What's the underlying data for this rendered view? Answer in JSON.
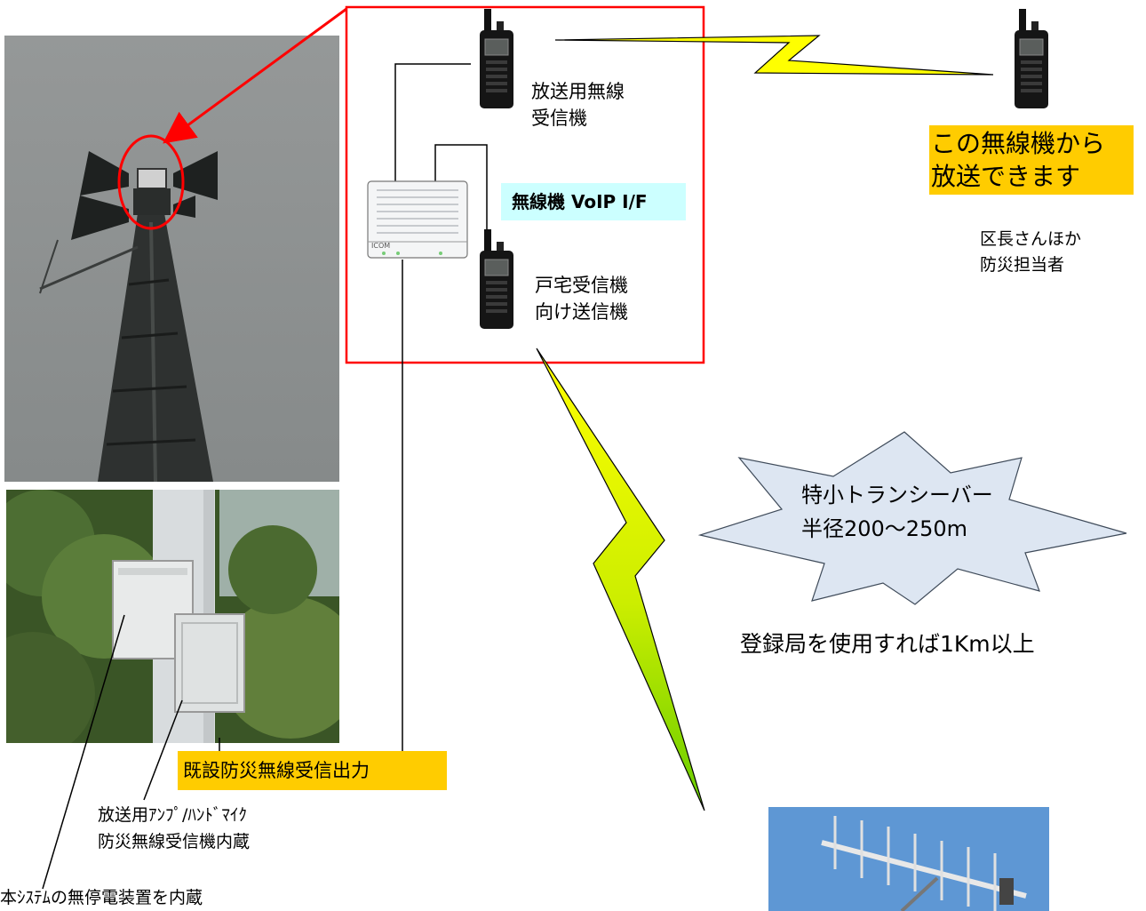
{
  "labels": {
    "broadcast_receiver": [
      "放送用無線",
      "受信機"
    ],
    "voip_if": "無線機 VoIP I/F",
    "home_receiver_tx": [
      "戸宅受信機",
      "向け送信機"
    ],
    "can_broadcast": [
      "この無線機から",
      "放送できます"
    ],
    "users": [
      "区長さんほか",
      "防災担当者"
    ],
    "range": [
      "特小トランシーバー",
      "半径200〜250m"
    ],
    "registered_station": "登録局を使用すれば1Km以上",
    "existing_output": "既設防災無線受信出力",
    "amp_mic": [
      "放送用ｱﾝﾌﾟ/ﾊﾝﾄﾞﾏｲｸ",
      "防災無線受信機内蔵"
    ],
    "ups": "本ｼｽﾃﾑの無停電装置を内蔵"
  },
  "device_brand": "ICOM",
  "colors": {
    "highlight_box": "#ff0000",
    "label_yellow": "#ffcc00",
    "label_cyan": "#ccffff",
    "burst_fill": "#dde6f2",
    "bolt_gradient_top": "#ffff00",
    "bolt_gradient_bottom": "#66cc00"
  }
}
